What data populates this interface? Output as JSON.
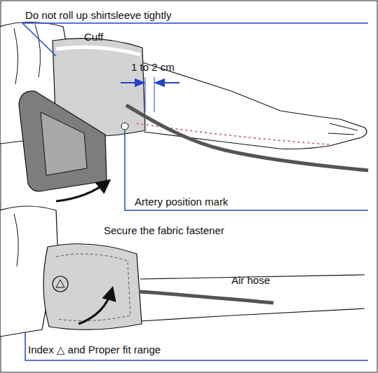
{
  "diagram": {
    "labels": [
      "Do not roll up shirtsleeve tightly",
      "Cuff",
      "1 to 2 cm",
      "Artery position mark",
      "Secure the fabric fastener",
      "Air hose",
      "Index △ and Proper fit range"
    ]
  }
}
